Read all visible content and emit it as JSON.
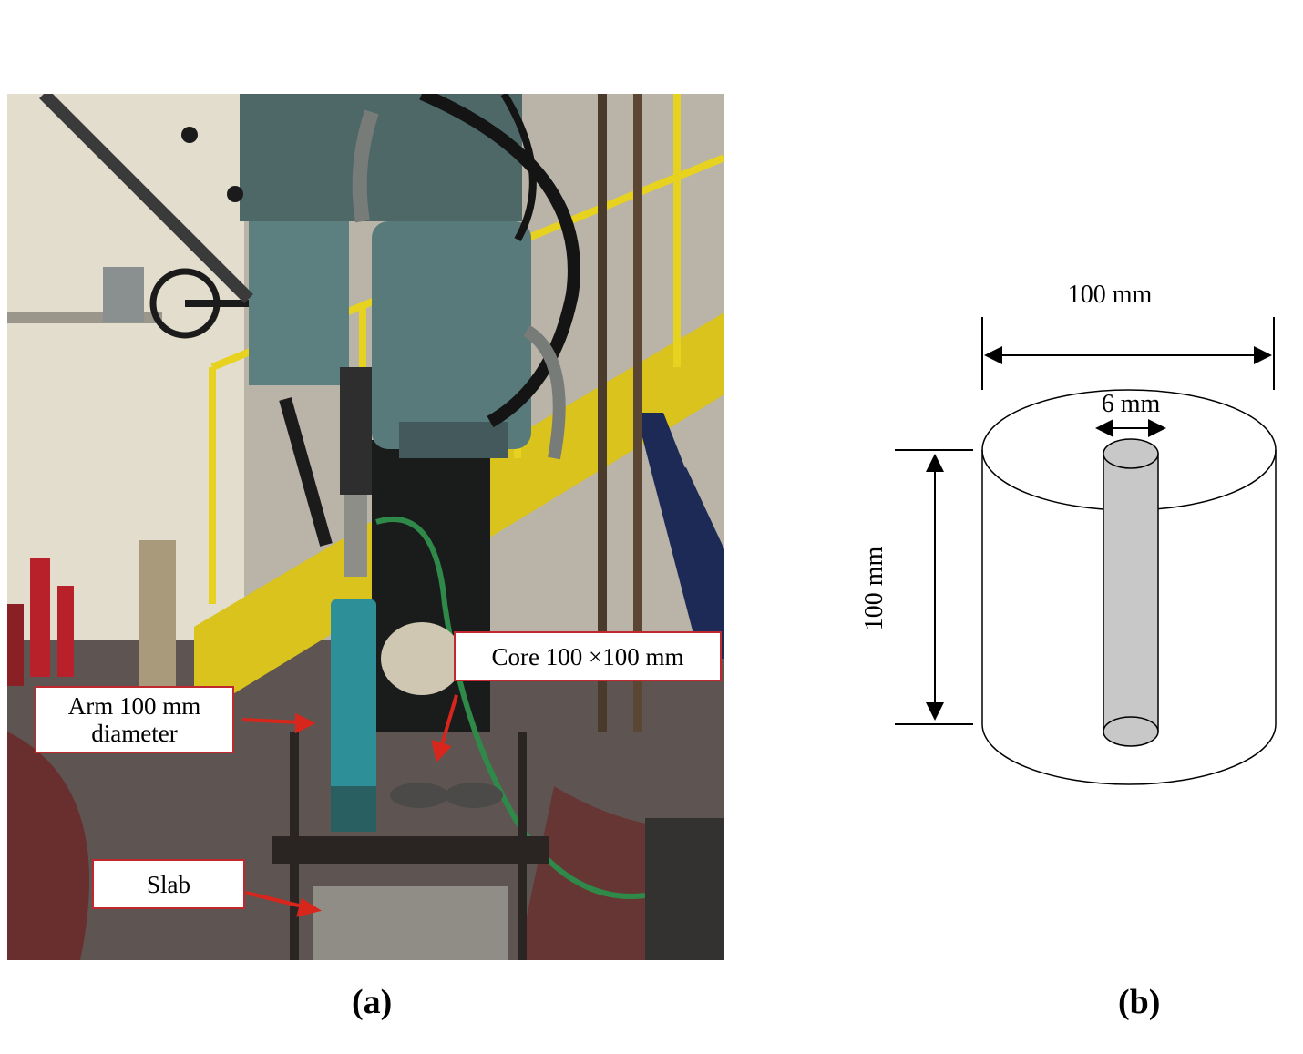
{
  "panel_a": {
    "caption": "(a)",
    "callouts": {
      "arm_line1": "Arm 100 mm",
      "arm_line2": "diameter",
      "core": "Core 100 ×100 mm",
      "slab": "Slab"
    }
  },
  "panel_b": {
    "caption": "(b)",
    "dim_top": "100 mm",
    "dim_bar": "6 mm",
    "dim_height": "100 mm"
  },
  "colors": {
    "callout_border": "#c0282d",
    "arrow": "#d9261c",
    "bar_fill": "#c8c8c8"
  }
}
